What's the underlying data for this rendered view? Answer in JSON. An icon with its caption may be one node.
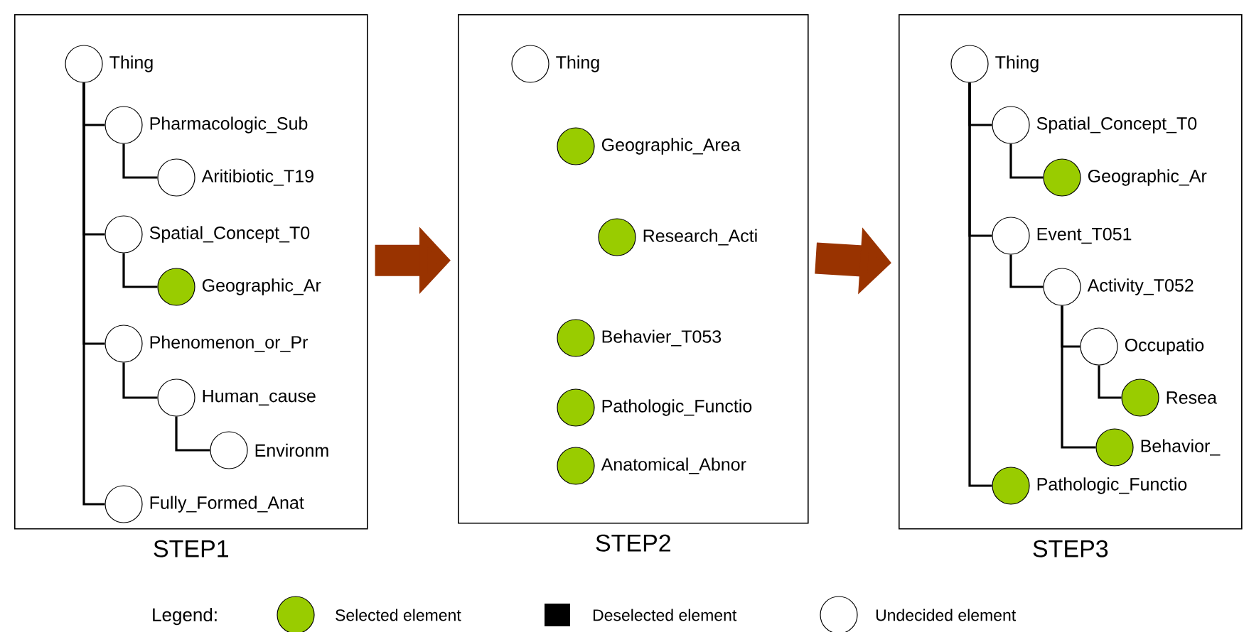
{
  "diagram": {
    "nodes": [
      {
        "text": [
          "STEP1"
        ]
      },
      {
        "text": [
          "STEP2"
        ]
      },
      {
        "text": [
          "STEP3"
        ]
      },
      {
        "text": [
          "Thing"
        ],
        "in": 0
      },
      {
        "text": [
          "Pharmacologic_Sub"
        ],
        "in": 0
      },
      {
        "text": [
          "Aritibiotic_T19"
        ],
        "in": 0
      },
      {
        "text": [
          "Spatial_Concept_T0"
        ],
        "in": 0
      },
      {
        "text": [
          "Geographic_Ar"
        ],
        "in": 0
      },
      {
        "text": [
          "Phenomenon_or_Pr"
        ],
        "in": 0
      },
      {
        "text": [
          "Human_cause"
        ],
        "in": 0
      },
      {
        "text": [
          "Environm"
        ],
        "in": 0
      },
      {
        "text": [
          "Fully_Formed_Anat"
        ],
        "in": 0
      },
      {
        "text": [
          "Thing"
        ],
        "in": 1
      },
      {
        "text": [
          "Geographic_Area"
        ],
        "in": 1
      },
      {
        "text": [
          "Research_Acti"
        ],
        "in": 1
      },
      {
        "text": [
          "Behavier_T053"
        ],
        "in": 1
      },
      {
        "text": [
          "Pathologic_Functio"
        ],
        "in": 1
      },
      {
        "text": [
          "Anatomical_Abnor"
        ],
        "in": 1
      },
      {
        "text": [
          "Thing"
        ],
        "in": 2
      },
      {
        "text": [
          "Spatial_Concept_T0"
        ],
        "in": 2
      },
      {
        "text": [
          "Geographic_Ar"
        ],
        "in": 2
      },
      {
        "text": [
          "Event_T051"
        ],
        "in": 2
      },
      {
        "text": [
          "Activity_T052"
        ],
        "in": 2
      },
      {
        "text": [
          "Occupatio"
        ],
        "in": 2
      },
      {
        "text": [
          "Resea"
        ],
        "in": 2
      },
      {
        "text": [
          "Behavior_"
        ],
        "in": 2
      },
      {
        "text": [
          "Pathologic_Functio"
        ],
        "in": 2
      }
    ],
    "edges": [
      {
        "from": 0,
        "to": 1,
        "arrow": "to",
        "style": "thick",
        "color": "#993300"
      },
      {
        "from": 1,
        "to": 2,
        "arrow": "to",
        "style": "thick",
        "color": "#993300"
      },
      {
        "from": 3,
        "to": 4,
        "arrow": "none"
      },
      {
        "from": 4,
        "to": 5,
        "arrow": "none"
      },
      {
        "from": 3,
        "to": 6,
        "arrow": "none"
      },
      {
        "from": 6,
        "to": 7,
        "arrow": "none"
      },
      {
        "from": 3,
        "to": 8,
        "arrow": "none"
      },
      {
        "from": 8,
        "to": 9,
        "arrow": "none"
      },
      {
        "from": 9,
        "to": 10,
        "arrow": "none"
      },
      {
        "from": 3,
        "to": 11,
        "arrow": "none"
      },
      {
        "from": 18,
        "to": 19,
        "arrow": "none"
      },
      {
        "from": 19,
        "to": 20,
        "arrow": "none"
      },
      {
        "from": 18,
        "to": 21,
        "arrow": "none"
      },
      {
        "from": 21,
        "to": 22,
        "arrow": "none"
      },
      {
        "from": 22,
        "to": 23,
        "arrow": "none"
      },
      {
        "from": 23,
        "to": 24,
        "arrow": "none"
      },
      {
        "from": 22,
        "to": 25,
        "arrow": "none"
      },
      {
        "from": 18,
        "to": 26,
        "arrow": "none"
      }
    ],
    "labels": [
      "Legend:"
    ],
    "legend": [
      {
        "text": "Selected element",
        "color": "#99cc00"
      },
      {
        "text": "Deselected element",
        "color": "#000000"
      },
      {
        "text": "Undecided element"
      }
    ]
  }
}
